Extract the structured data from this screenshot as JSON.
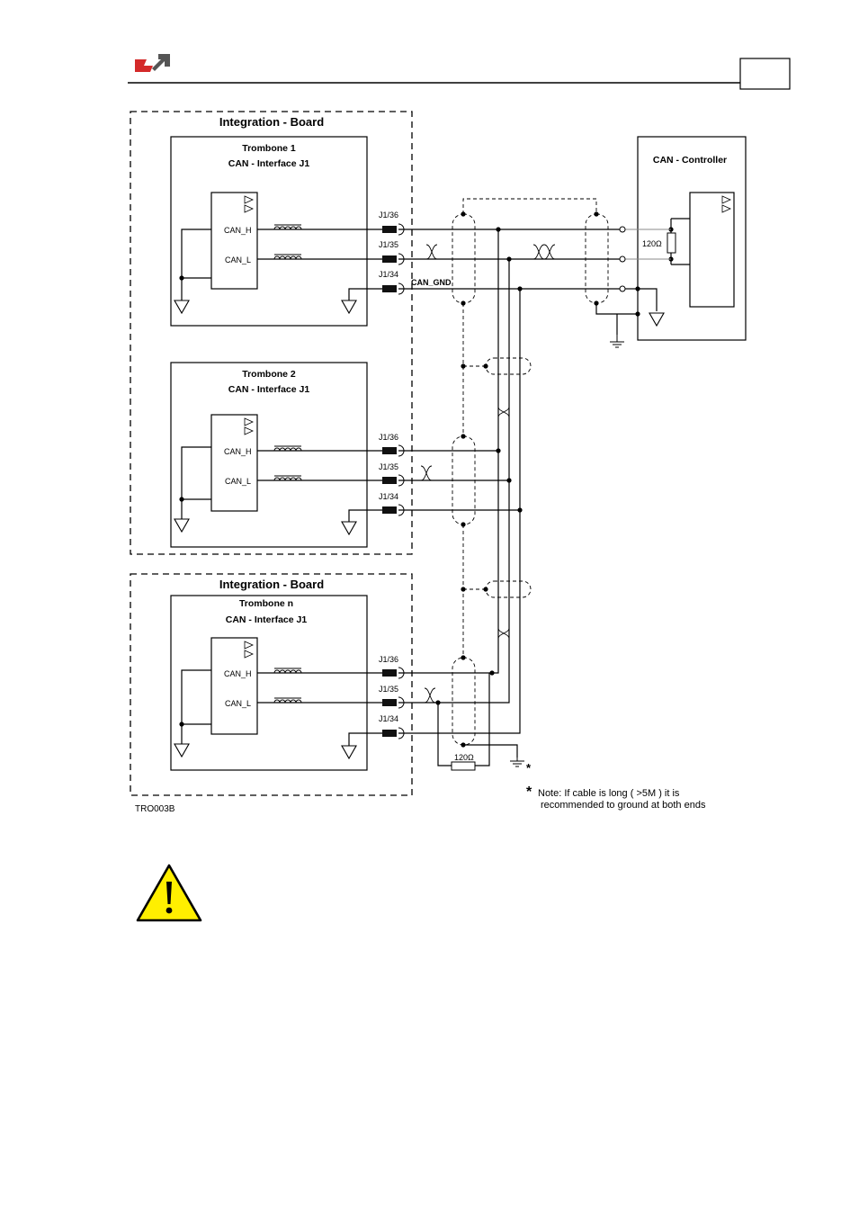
{
  "header": {
    "logo_colors": {
      "red": "#d42a2a",
      "gray": "#555555"
    },
    "page_box_text": ""
  },
  "boards": [
    {
      "title": "Integration - Board"
    },
    {
      "title": "Integration - Board"
    }
  ],
  "trombones": [
    {
      "name": "Trombone 1",
      "interface": "CAN -  Interface J1"
    },
    {
      "name": "Trombone 2",
      "interface": "CAN -  Interface J1"
    },
    {
      "name": "Trombone n",
      "interface": "CAN -  Interface J1"
    }
  ],
  "signals": {
    "high": "CAN_H",
    "low": "CAN_L",
    "gnd": "CAN_GND"
  },
  "pins": {
    "p36": "J1/36",
    "p35": "J1/35",
    "p34": "J1/34"
  },
  "controller": {
    "title": "CAN -  Controller",
    "resistor": "120Ω"
  },
  "termination": {
    "resistor": "120Ω",
    "asterisk": "*"
  },
  "note": {
    "star": "*",
    "line1": "Note: If cable is long ( >5M ) it is",
    "line2": "recommended to ground at both ends"
  },
  "figure_id": "TRO003B",
  "warning": {
    "icon": "warning-triangle-icon",
    "fill": "#ffef00",
    "stroke": "#000000"
  }
}
